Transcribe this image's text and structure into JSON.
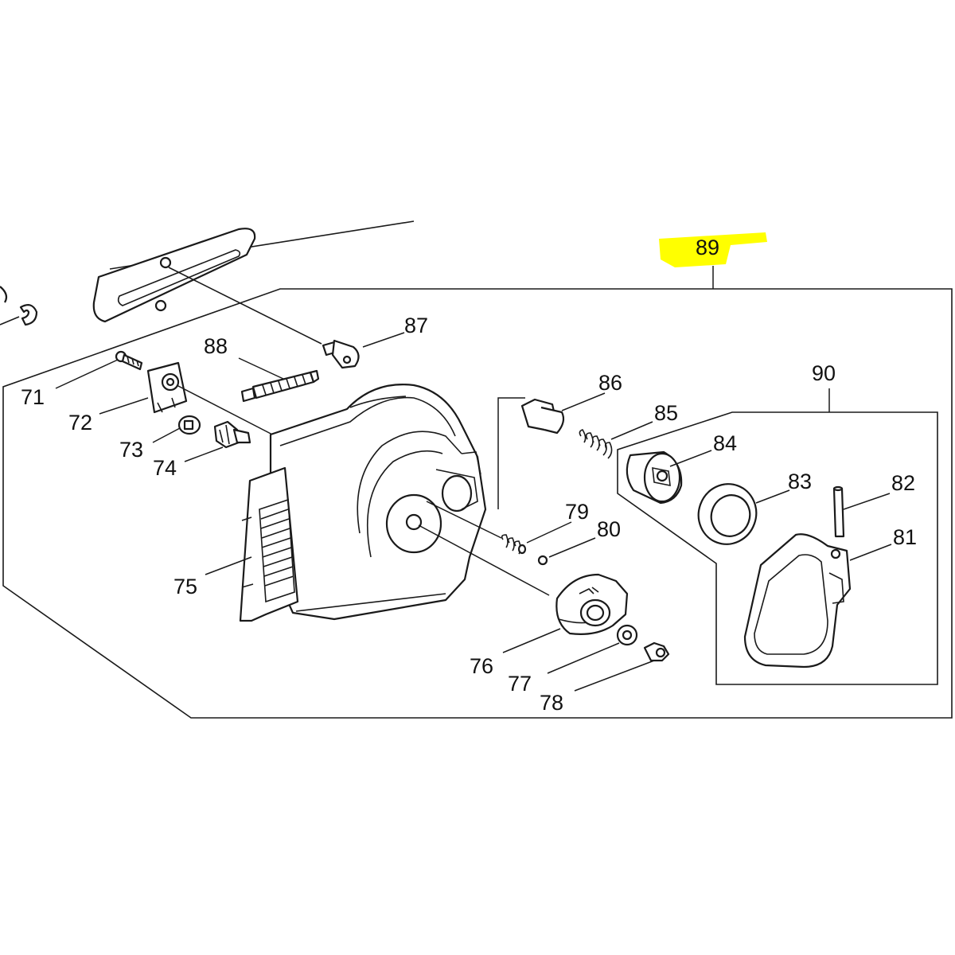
{
  "highlight_color": "#ffff00",
  "callouts": {
    "c71": "71",
    "c72": "72",
    "c73": "73",
    "c74": "74",
    "c75": "75",
    "c76": "76",
    "c77": "77",
    "c78": "78",
    "c79": "79",
    "c80": "80",
    "c81": "81",
    "c82": "82",
    "c83": "83",
    "c84": "84",
    "c85": "85",
    "c86": "86",
    "c87": "87",
    "c88": "88",
    "c89": "89",
    "c90": "90"
  }
}
